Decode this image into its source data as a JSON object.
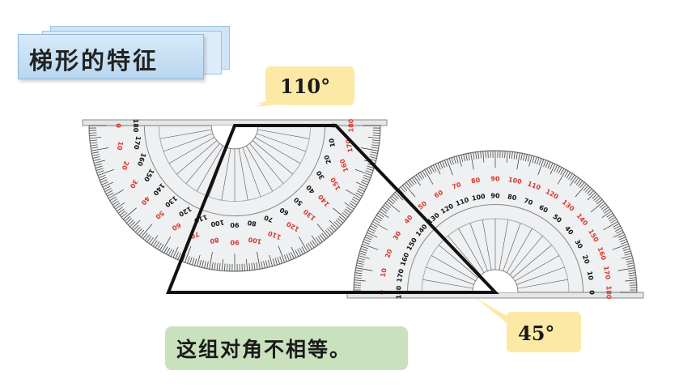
{
  "title": "梯形的特征",
  "angle_labels": {
    "top": "110°",
    "bottom": "45°"
  },
  "conclusion": "这组对角不相等。",
  "protractor_scale": {
    "outer": [
      "0",
      "10",
      "20",
      "30",
      "40",
      "50",
      "60",
      "70",
      "80",
      "90",
      "100",
      "110",
      "120",
      "130",
      "140",
      "150",
      "160",
      "170",
      "180"
    ],
    "inner": [
      "180",
      "170",
      "160",
      "150",
      "140",
      "130",
      "120",
      "110",
      "100",
      "90",
      "80",
      "70",
      "60",
      "50",
      "40",
      "30",
      "20",
      "10",
      "0"
    ]
  },
  "colors": {
    "bubble_fill": "#fde9a6",
    "conclusion_fill": "#c9e1bd",
    "scale_red": "#d9382c",
    "trapezoid_stroke": "#111111",
    "banner_fill": "#cfe4f6"
  }
}
